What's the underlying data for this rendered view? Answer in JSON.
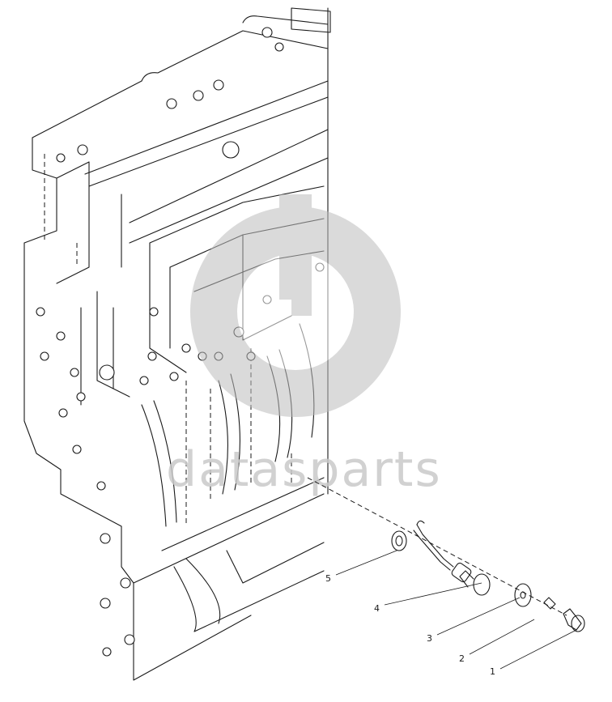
{
  "diagram": {
    "callouts": [
      {
        "label": "1"
      },
      {
        "label": "2"
      },
      {
        "label": "3"
      },
      {
        "label": "4"
      },
      {
        "label": "5"
      }
    ]
  },
  "watermark": {
    "text": "datasparts",
    "color": "#c9c9c9"
  }
}
